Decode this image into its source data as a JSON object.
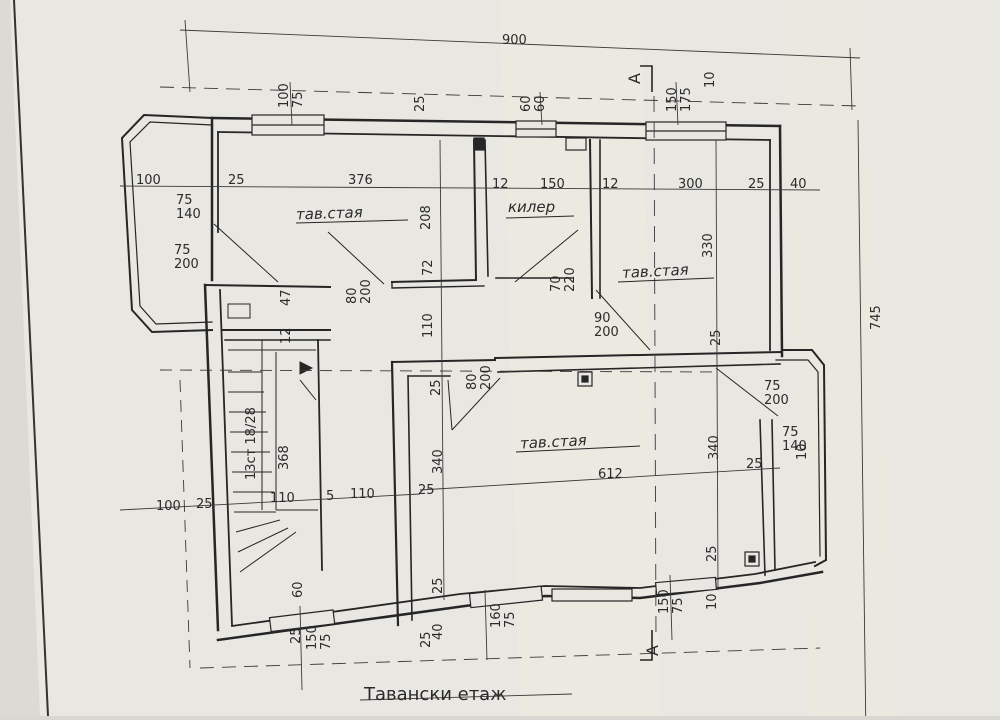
{
  "title": "Тавански етаж",
  "section_mark": "A",
  "rooms": {
    "room_left": "тав.стая",
    "room_right": "тав.стая",
    "room_bottom": "тав.стая",
    "storage": "килер"
  },
  "stair_label": "13ст 18/28",
  "stair_length": "368",
  "dims": {
    "overall_width": "900",
    "overall_height": "745",
    "w100_75": "100\n75",
    "w60_60": "60\n60",
    "w150_175": "150\n175",
    "d25_top": "25",
    "d10_top": "10",
    "d100_left": "100",
    "d75_140a": "75\n140",
    "d25_a": "25",
    "d376": "376",
    "d12_a": "12",
    "d150": "150",
    "d12_b": "12",
    "d300": "300",
    "d25_b": "25",
    "d40": "40",
    "d208": "208",
    "d75_200a": "75\n200",
    "d80_200a": "80\n200",
    "d72": "72",
    "d70_220": "70\n220",
    "d330": "330",
    "d47": "47",
    "d12_c": "12",
    "d90_200": "90\n200",
    "d110_v": "110",
    "d25_c": "25",
    "d80_200b": "80\n200",
    "d25_d": "25",
    "d75_200b": "75\n200",
    "d75_140b": "75\n140",
    "d340_a": "340",
    "d340_b": "340",
    "d25_e": "25",
    "d10_r": "10",
    "d100_l2": "100",
    "d25_f": "25",
    "d110_a": "110",
    "d5": "5",
    "d110_b": "110",
    "d25_g": "25",
    "d612": "612",
    "d25_h": "25",
    "d60": "60",
    "d25_i": "25",
    "d40_b": "40",
    "d25_j": "25",
    "d25_bl": "25",
    "d150_75a": "150\n75",
    "d160_75": "160\n75",
    "d150_75b": "150\n75",
    "d10_b": "10"
  },
  "colors": {
    "paper": "#e9e7e2",
    "paper_strip": "#ece9df",
    "line": "#262626"
  }
}
